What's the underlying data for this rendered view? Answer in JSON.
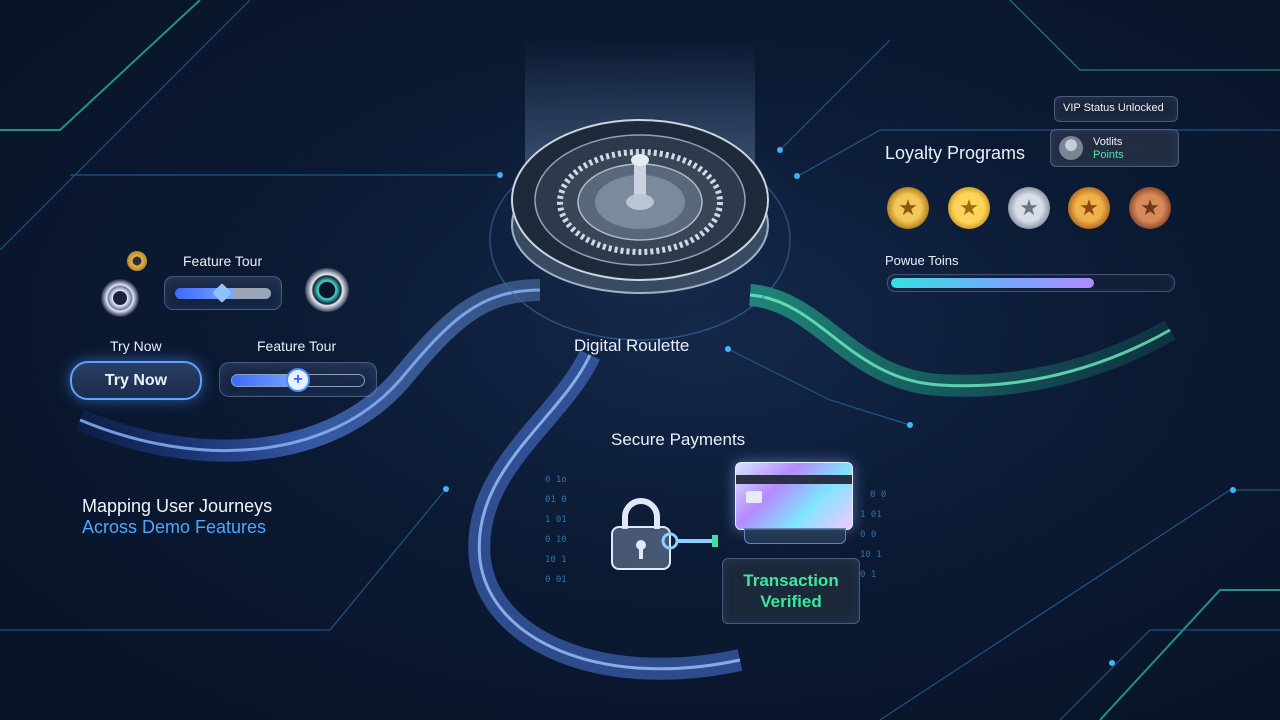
{
  "left": {
    "feature_tour_top": "Feature Tour",
    "try_now_label": "Try Now",
    "try_now_button": "Try Now",
    "feature_tour_bottom": "Feature Tour",
    "title_line1": "Mapping User Journeys",
    "title_line2": "Across Demo Features"
  },
  "center": {
    "roulette_label": "Digital Roulette"
  },
  "loyalty": {
    "title": "Loyalty Programs",
    "vip_badge": "VIP Status Unlocked",
    "points_name": "Votlits",
    "points_sub": "Points",
    "bonus_label": "Powue Toins",
    "bonus_progress": 0.73
  },
  "payments": {
    "title": "Secure Payments",
    "verified_line1": "Transaction",
    "verified_line2": "Verified"
  },
  "colors": {
    "accent_blue": "#4aa8ff",
    "accent_green": "#35e6a0",
    "bg": "#0b1a33"
  },
  "icons": {
    "lock": "padlock-icon",
    "card": "credit-card-icon",
    "key": "key-icon",
    "avatar": "user-avatar-icon"
  }
}
